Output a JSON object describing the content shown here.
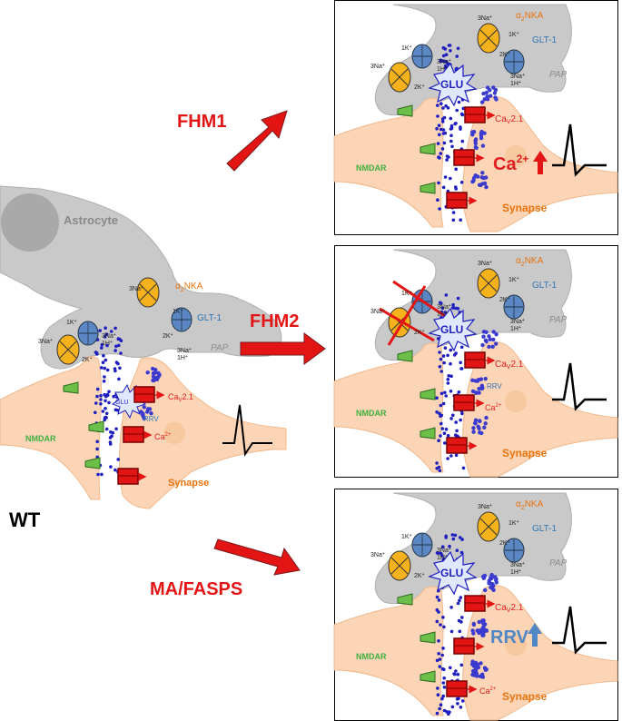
{
  "panels": {
    "wt": {
      "label": "WT",
      "astrocyte": "Astrocyte",
      "a2nka_prefix": "α",
      "a2nka_sub": "2",
      "a2nka_suffix": "NKA",
      "glt1": "GLT-1",
      "pap": "PAP",
      "glu": "GLU",
      "rrv": "RRV",
      "nmdar": "NMDAR",
      "synapse": "Synapse",
      "cav_prefix": "Ca",
      "cav_sub": "V",
      "cav_suffix": "2.1",
      "ca_prefix": "Ca",
      "ca_sup": "2+",
      "ion_3na": "3Na",
      "ion_1k": "1K",
      "ion_2k": "2K",
      "ion_1h": "1H",
      "ion_plus": "+"
    },
    "fhm1": {
      "arrow_label": "FHM1",
      "a2nka_prefix": "α",
      "a2nka_sub": "2",
      "a2nka_suffix": "NKA",
      "glt1": "GLT-1",
      "pap": "PAP",
      "glu": "GLU",
      "nmdar": "NMDAR",
      "synapse": "Synapse",
      "cav_prefix": "Ca",
      "cav_sub": "V",
      "cav_suffix": "2.1",
      "ca_prefix": "Ca",
      "ca_sup": "2+"
    },
    "fhm2": {
      "arrow_label": "FHM2",
      "a2nka_prefix": "α",
      "a2nka_sub": "2",
      "a2nka_suffix": "NKA",
      "glt1": "GLT-1",
      "pap": "PAP",
      "glu": "GLU",
      "rrv": "RRV",
      "nmdar": "NMDAR",
      "synapse": "Synapse",
      "cav_prefix": "Ca",
      "cav_sub": "V",
      "cav_suffix": "2.1",
      "ca_prefix": "Ca",
      "ca_sup": "2+"
    },
    "mafasps": {
      "arrow_label": "MA/FASPS",
      "a2nka_prefix": "α",
      "a2nka_sub": "2",
      "a2nka_suffix": "NKA",
      "glt1": "GLT-1",
      "pap": "PAP",
      "glu": "GLU",
      "rrv": "RRV",
      "nmdar": "NMDAR",
      "synapse": "Synapse",
      "cav_prefix": "Ca",
      "cav_sub": "V",
      "cav_suffix": "2.1",
      "ca_prefix": "Ca",
      "ca_sup": "2+"
    }
  },
  "colors": {
    "arrow_red": "#e31414",
    "astrocyte_grey": "#c9c9c9",
    "synapse_peach": "#fbd5b5",
    "glu_blue": "#1f1fbf",
    "channel_red": "#e31414",
    "nmdar_green": "#6cc04a",
    "pump_orange": "#f5b21c",
    "glt_blue": "#5b87c5"
  }
}
